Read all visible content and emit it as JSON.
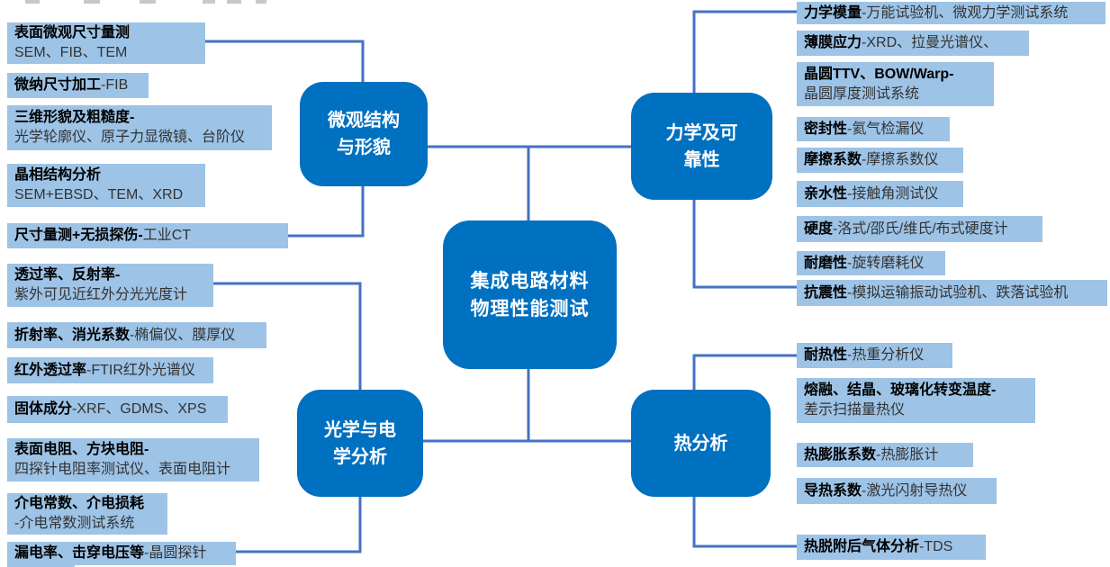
{
  "diagram_title": "集成电路材料物理性能测试",
  "colors": {
    "node_blue": "#0070C0",
    "leaf_blue": "#9DC3E6",
    "connector_blue": "#4472C4",
    "node_text": "#ffffff",
    "leaf_bold_text": "#000000",
    "leaf_regular_text": "#333333"
  },
  "center": {
    "line1": "集成电路材料",
    "line2": "物理性能测试"
  },
  "branches": {
    "micro": {
      "line1": "微观结构",
      "line2": "与形貌"
    },
    "mech": {
      "line1": "力学及可",
      "line2": "靠性"
    },
    "optical": {
      "line1": "光学与电",
      "line2": "学分析"
    },
    "thermal": {
      "line1": "热分析",
      "line2": ""
    }
  },
  "leaves": {
    "l1": {
      "bold": "表面微观尺寸量测",
      "rest": "SEM、FIB、TEM"
    },
    "l2": {
      "bold": "微纳尺寸加工",
      "rest": "-FIB"
    },
    "l3": {
      "bold": "三维形貌及粗糙度-",
      "rest": "光学轮廓仪、原子力显微镜、台阶仪"
    },
    "l4": {
      "bold": "晶相结构分析",
      "rest": "SEM+EBSD、TEM、XRD"
    },
    "l5": {
      "bold": "尺寸量测+无损探伤-",
      "rest": "工业CT"
    },
    "l6": {
      "bold": "透过率、反射率-",
      "rest": "紫外可见近红外分光光度计"
    },
    "l7": {
      "bold": "折射率、消光系数",
      "rest": "-椭偏仪、膜厚仪"
    },
    "l8": {
      "bold": "红外透过率",
      "rest": "-FTIR红外光谱仪"
    },
    "l9": {
      "bold": "固体成分",
      "rest": "-XRF、GDMS、XPS"
    },
    "l10": {
      "bold": "表面电阻、方块电阻-",
      "rest": "四探针电阻率测试仪、表面电阻计"
    },
    "l11": {
      "bold": "介电常数、介电损耗",
      "rest": "-介电常数测试系统"
    },
    "l12": {
      "bold": "漏电率、击穿电压等",
      "rest": "-晶圆探针"
    },
    "r1": {
      "bold": "力学模量",
      "rest": "-万能试验机、微观力学测试系统"
    },
    "r2": {
      "bold": "薄膜应力",
      "rest": "-XRD、拉曼光谱仪、"
    },
    "r3": {
      "bold": "晶圆TTV、BOW/Warp-",
      "rest": "晶圆厚度测试系统"
    },
    "r4": {
      "bold": "密封性",
      "rest": "-氦气检漏仪"
    },
    "r5": {
      "bold": "摩擦系数",
      "rest": "-摩擦系数仪"
    },
    "r6": {
      "bold": "亲水性",
      "rest": "-接触角测试仪"
    },
    "r7": {
      "bold": "硬度",
      "rest": "-洛式/邵氏/维氏/布式硬度计"
    },
    "r8": {
      "bold": "耐磨性",
      "rest": "-旋转磨耗仪"
    },
    "r9": {
      "bold": "抗震性",
      "rest": "-模拟运输振动试验机、跌落试验机"
    },
    "r10": {
      "bold": "耐热性",
      "rest": "-热重分析仪"
    },
    "r11": {
      "bold": "熔融、结晶、玻璃化转变温度-",
      "rest": "差示扫描量热仪"
    },
    "r12": {
      "bold": "热膨胀系数",
      "rest": "-热膨胀计"
    },
    "r13": {
      "bold": "导热系数",
      "rest": "-激光闪射导热仪"
    },
    "r14": {
      "bold": "热脱附后气体分析",
      "rest": "-TDS"
    }
  }
}
